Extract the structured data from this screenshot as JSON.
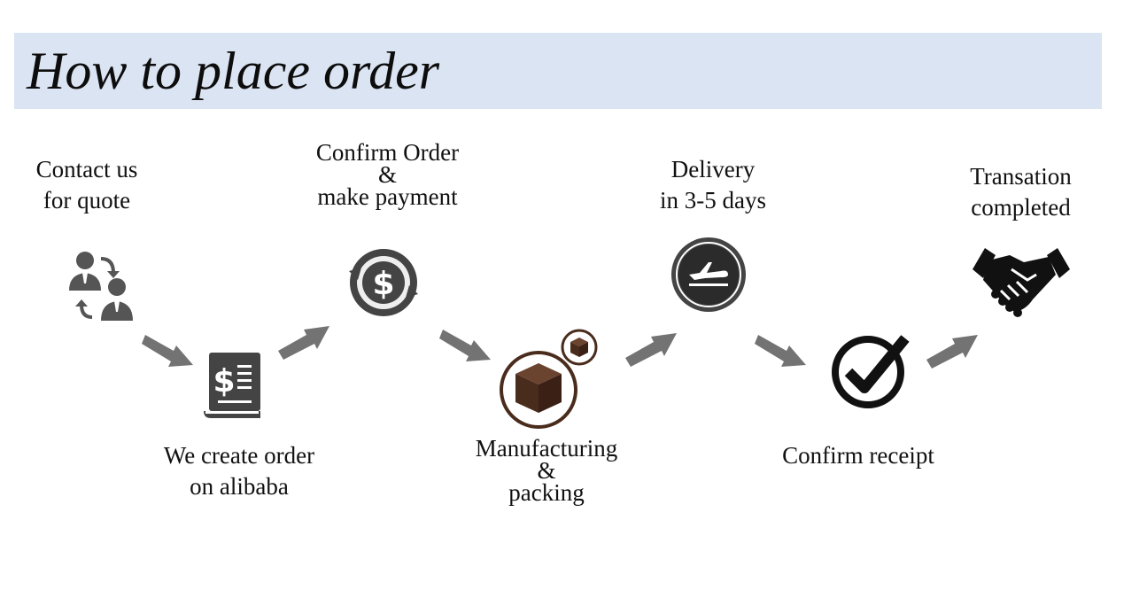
{
  "header": {
    "title": "How to place order"
  },
  "colors": {
    "banner_bg": "#dbe4f2",
    "icon_gray": "#555555",
    "arrow_gray": "#737373",
    "box_brown": "#4a2c1c"
  },
  "steps": [
    {
      "lines": [
        "Contact us",
        "for quote"
      ],
      "icon": "contact-exchange-icon"
    },
    {
      "lines": [
        "We create order",
        "on alibaba"
      ],
      "icon": "invoice-dollar-icon"
    },
    {
      "lines": [
        "Confirm Order",
        "&",
        "make payment"
      ],
      "icon": "dollar-cycle-icon"
    },
    {
      "lines": [
        "Manufacturing",
        "&",
        "packing"
      ],
      "icon": "package-box-icon"
    },
    {
      "lines": [
        "Delivery",
        "in 3-5 days"
      ],
      "icon": "airplane-icon"
    },
    {
      "lines": [
        "Confirm receipt"
      ],
      "icon": "checkmark-circle-icon"
    },
    {
      "lines": [
        "Transation",
        "completed"
      ],
      "icon": "handshake-icon"
    }
  ]
}
